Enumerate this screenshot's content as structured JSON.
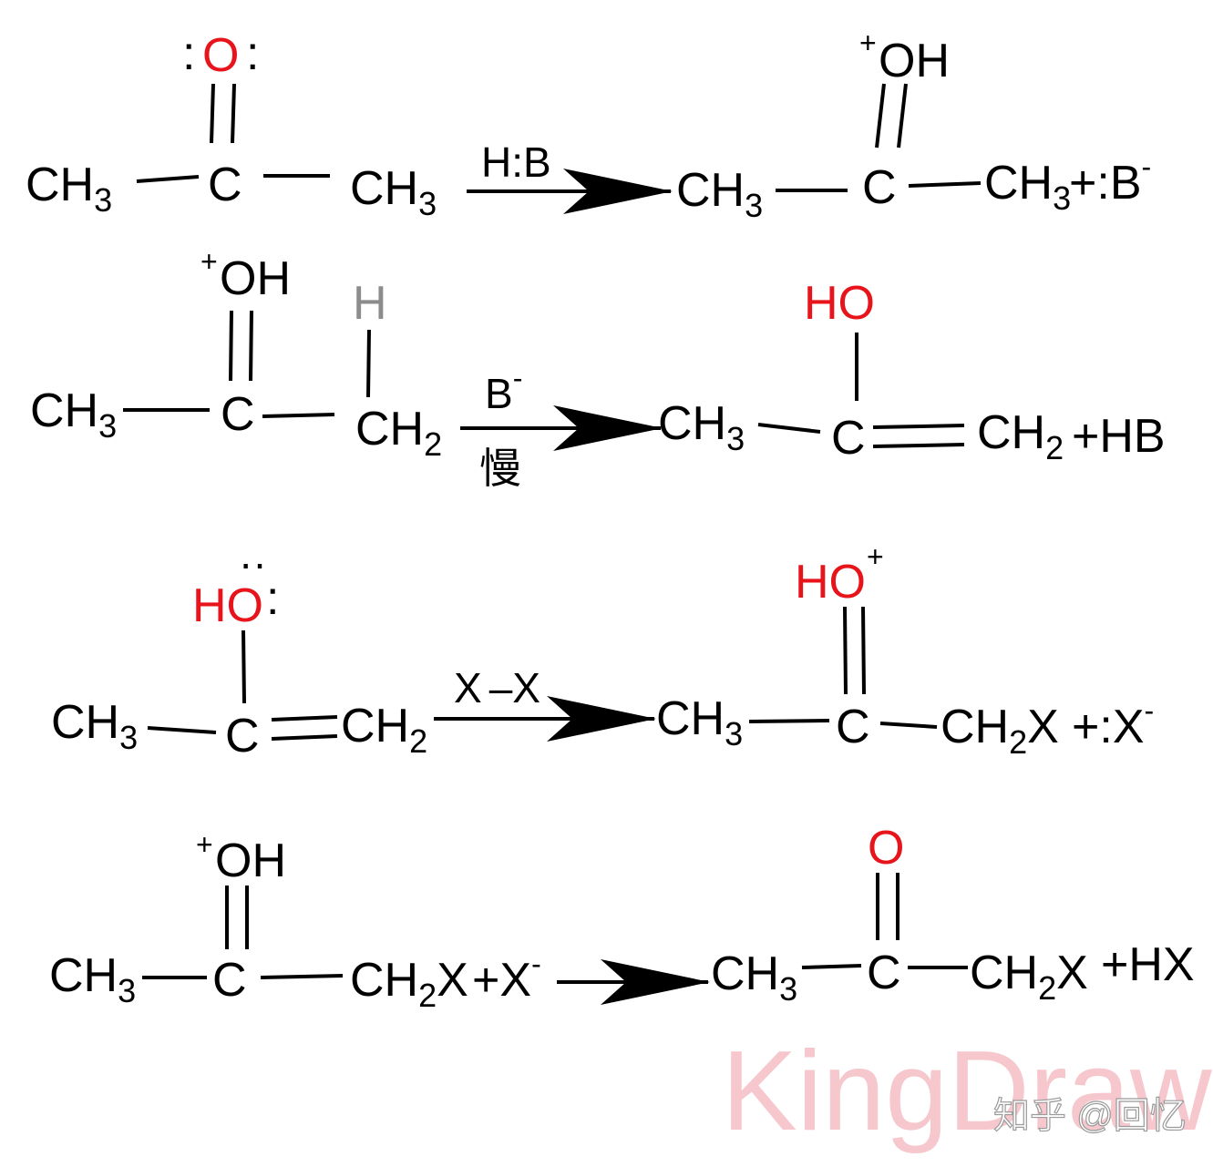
{
  "colors": {
    "oxygen": "#e8141b",
    "alpha_hydrogen": "#8c8c8c",
    "bonds": "#000000",
    "watermark": "#f6c7cc"
  },
  "labels": {
    "ch3": "CH",
    "three": "3",
    "c": "C",
    "o": "O",
    "oh": "OH",
    "ho": "HO",
    "h": "H",
    "ch2": "CH",
    "two": "2",
    "x": "X",
    "plus": "+",
    "minus": "-",
    "lone_pair": ":",
    "lone_pair_dots": "··",
    "plus_b_minus": "+:B",
    "plus_hb": "+HB",
    "plus_x_minus": "+:X",
    "plus_hx": "+HX"
  },
  "conditions": {
    "step1": "H:B",
    "step2_base": "B",
    "step2_rate": "慢",
    "step3_reagent_left": "X",
    "step3_bond": "–",
    "step3_reagent_right": "X"
  },
  "watermark": {
    "brand": "KingDraw",
    "credit": "知乎 @回忆"
  }
}
